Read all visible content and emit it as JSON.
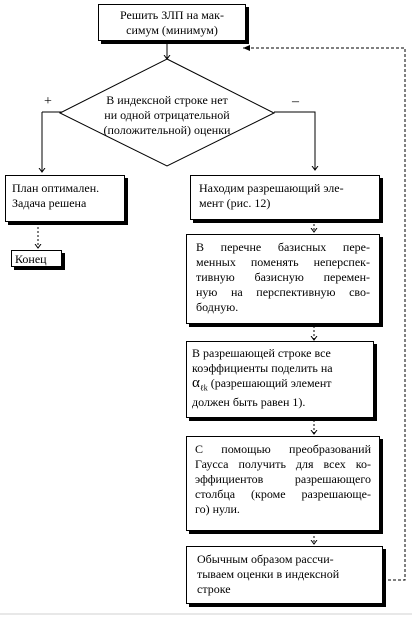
{
  "start": {
    "line1": "Решить ЗЛП на мак-",
    "line2": "симум (минимум)"
  },
  "decision": {
    "line1": "В индексной строке нет",
    "line2": "ни одной отрицательной",
    "line3": "(положительной) оценки",
    "yes": "+",
    "no": "–"
  },
  "optimal": {
    "line1": "План оптимален.",
    "line2": "Задача решена"
  },
  "end": "Конец",
  "find_element": {
    "line1": "Находим разрешающий эле-",
    "line2": "мент (рис. 12)"
  },
  "swap_vars": {
    "line1": "В перечне базисных пере-",
    "line2": "менных поменять неперспек-",
    "line3": "тивную базисную перемен-",
    "line4": "ную на перспективную сво-",
    "line5": "бодную."
  },
  "divide_row": {
    "line1": "В разрешающей строке все",
    "line2": "коэффициенты поделить на",
    "alpha": "α",
    "alpha_sub": "ℓk",
    "line3_rest": "(разрешающий элемент",
    "line4": "должен быть равен 1)."
  },
  "gauss": {
    "line1": "С помощью преобразований",
    "line2": "Гаусса получить для всех ко-",
    "line3": "эффициентов разрешающего",
    "line4": "столбца (кроме разрешающе-",
    "line5": "го) нули."
  },
  "compute_scores": {
    "line1": "Обычным образом рассчи-",
    "line2": "тываем оценки в индексной",
    "line3": "строке"
  }
}
